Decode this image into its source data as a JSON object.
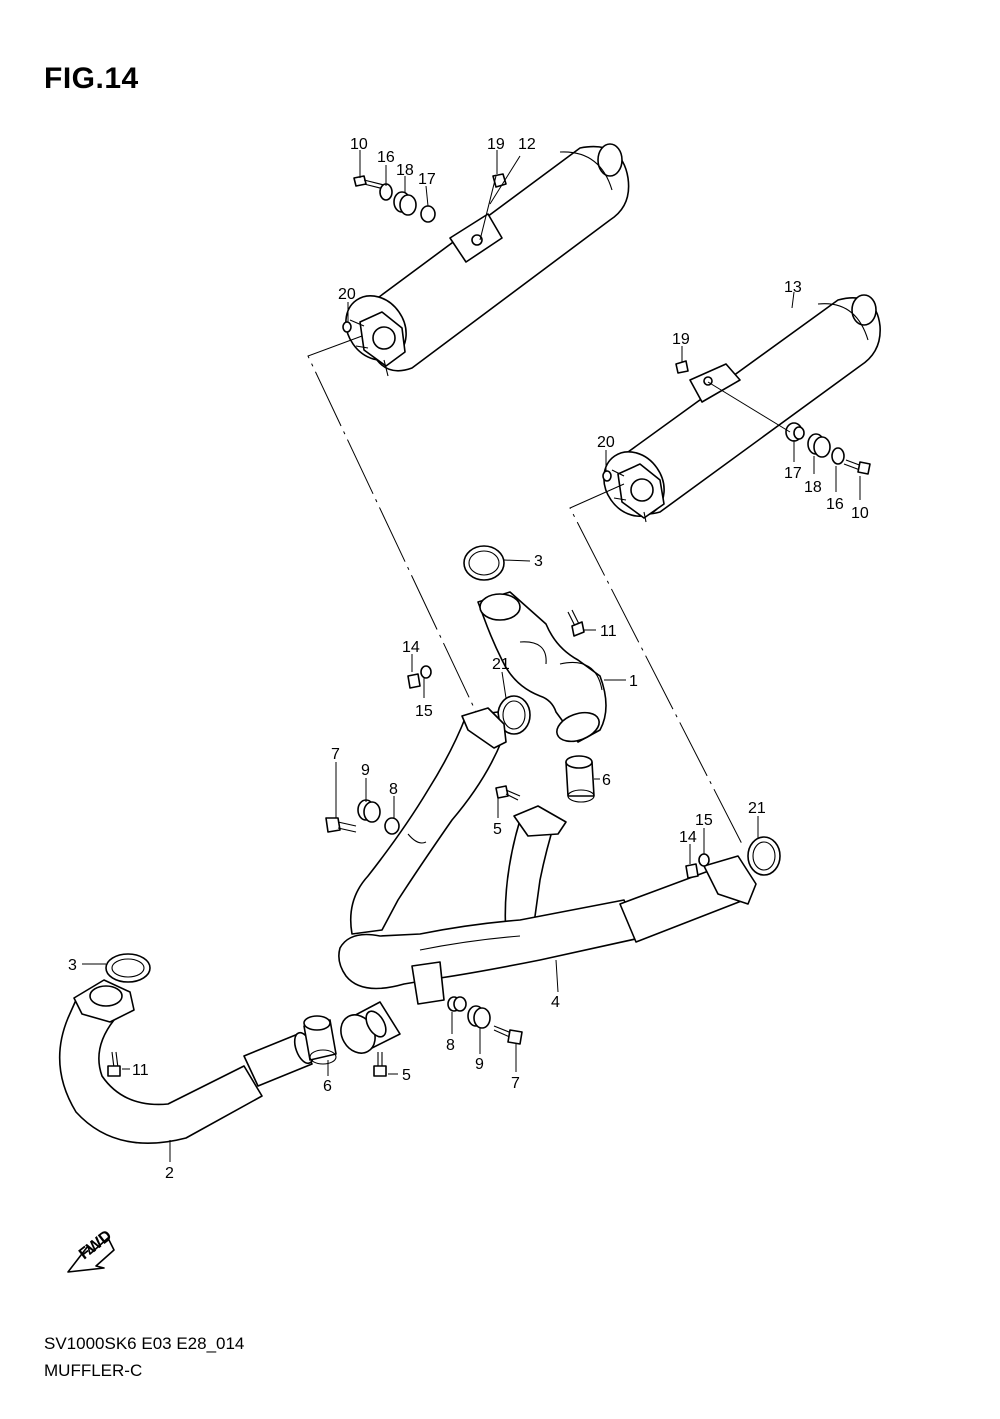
{
  "figure": {
    "title": "FIG.14",
    "model_code": "SV1000SK6 E03 E28_014",
    "name": "MUFFLER-C",
    "fwd_label": "FWD"
  },
  "callouts": [
    {
      "id": "c10a",
      "label": "10"
    },
    {
      "id": "c16a",
      "label": "16"
    },
    {
      "id": "c18a",
      "label": "18"
    },
    {
      "id": "c17a",
      "label": "17"
    },
    {
      "id": "c19a",
      "label": "19"
    },
    {
      "id": "c12",
      "label": "12"
    },
    {
      "id": "c20a",
      "label": "20"
    },
    {
      "id": "c13",
      "label": "13"
    },
    {
      "id": "c19b",
      "label": "19"
    },
    {
      "id": "c20b",
      "label": "20"
    },
    {
      "id": "c17b",
      "label": "17"
    },
    {
      "id": "c18b",
      "label": "18"
    },
    {
      "id": "c16b",
      "label": "16"
    },
    {
      "id": "c10b",
      "label": "10"
    },
    {
      "id": "c3a",
      "label": "3"
    },
    {
      "id": "c11a",
      "label": "11"
    },
    {
      "id": "c1",
      "label": "1"
    },
    {
      "id": "c14a",
      "label": "14"
    },
    {
      "id": "c21a",
      "label": "21"
    },
    {
      "id": "c15a",
      "label": "15"
    },
    {
      "id": "c7a",
      "label": "7"
    },
    {
      "id": "c9a",
      "label": "9"
    },
    {
      "id": "c8a",
      "label": "8"
    },
    {
      "id": "c6a",
      "label": "6"
    },
    {
      "id": "c5a",
      "label": "5"
    },
    {
      "id": "c21b",
      "label": "21"
    },
    {
      "id": "c15b",
      "label": "15"
    },
    {
      "id": "c14b",
      "label": "14"
    },
    {
      "id": "c3b",
      "label": "3"
    },
    {
      "id": "c4",
      "label": "4"
    },
    {
      "id": "c11b",
      "label": "11"
    },
    {
      "id": "c8b",
      "label": "8"
    },
    {
      "id": "c9b",
      "label": "9"
    },
    {
      "id": "c7b",
      "label": "7"
    },
    {
      "id": "c6b",
      "label": "6"
    },
    {
      "id": "c5b",
      "label": "5"
    },
    {
      "id": "c2",
      "label": "2"
    }
  ]
}
